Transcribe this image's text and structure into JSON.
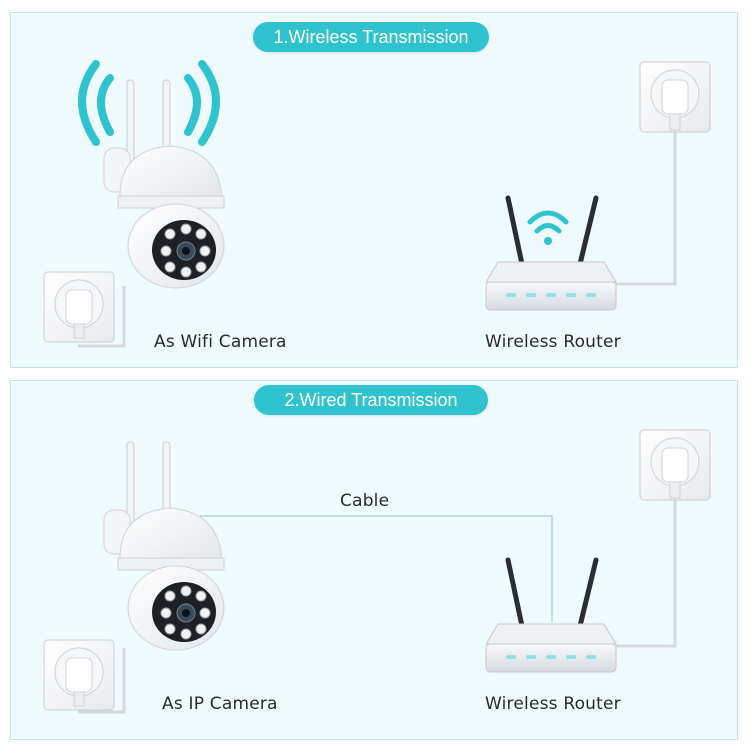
{
  "sections": [
    {
      "title": "1.Wireless Transmission",
      "device_label": "As Wifi Camera",
      "router_label": "Wireless Router"
    },
    {
      "title": "2.Wired Transmission",
      "device_label": "As IP Camera",
      "router_label": "Wireless Router",
      "cable_label": "Cable"
    }
  ],
  "icons": [
    "wifi-signal-icon",
    "wifi-icon",
    "power-outlet-icon",
    "camera-icon",
    "router-icon"
  ],
  "colors": {
    "accent": "#2fc2cf",
    "panel_bg": "#eefafc",
    "panel_border": "#bfe3ea"
  }
}
